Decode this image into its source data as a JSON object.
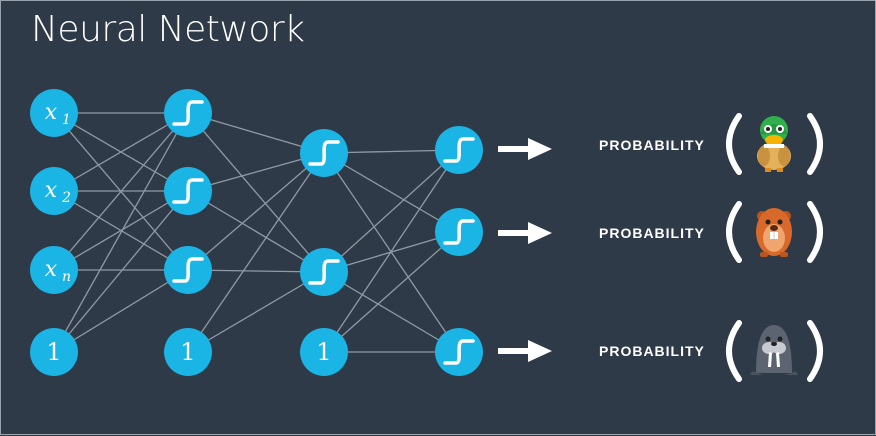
{
  "title": "Neural Network",
  "input_labels": {
    "x1": {
      "base": "x",
      "sub": "1"
    },
    "x2": {
      "base": "x",
      "sub": "2"
    },
    "xn": {
      "base": "x",
      "sub": "n"
    }
  },
  "bias_label": "1",
  "outputs": [
    {
      "label": "PROBABILITY",
      "animal": "duck-icon"
    },
    {
      "label": "PROBABILITY",
      "animal": "beaver-icon"
    },
    {
      "label": "PROBABILITY",
      "animal": "walrus-icon"
    }
  ],
  "colors": {
    "background": "#2f3a48",
    "node": "#1ab4e5",
    "edge": "#8f9aa5",
    "text": "#ffffff"
  }
}
